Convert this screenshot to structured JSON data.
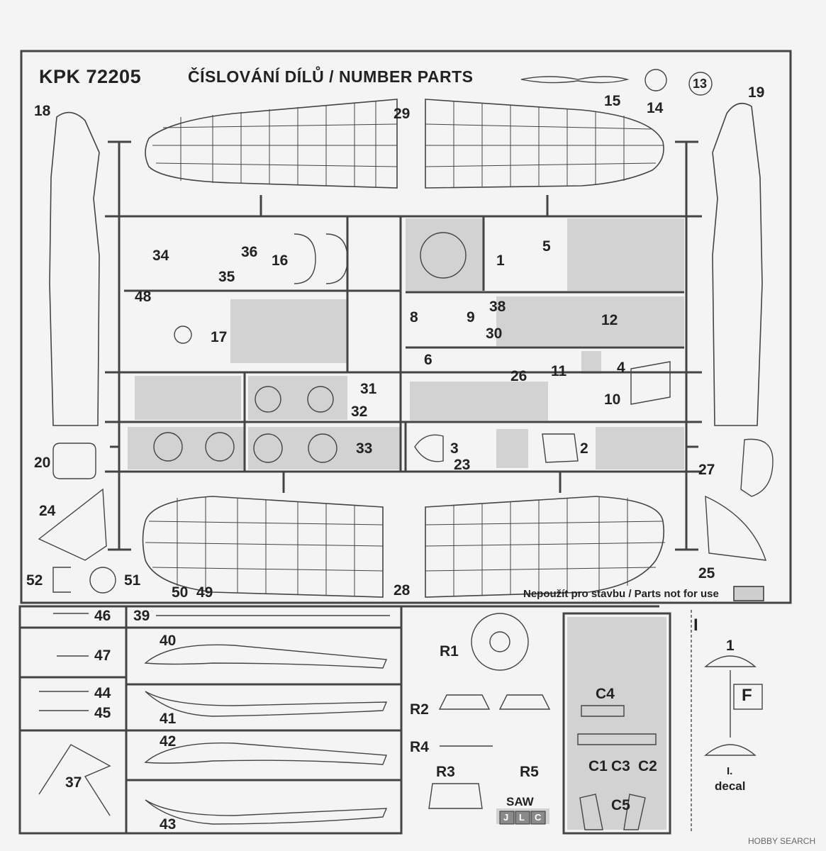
{
  "header": {
    "kit_code": "KPK 72205",
    "title": "ČÍSLOVÁNÍ DÍLŮ / NUMBER PARTS"
  },
  "legend": {
    "not_for_use": "Nepoužít pro stavbu / Parts not for use",
    "swatch_color": "#cfcfcf"
  },
  "colors": {
    "background": "#f4f4f4",
    "line": "#333333",
    "shaded_panel": "#d2d2d2"
  },
  "sprue_a": {
    "labels": [
      "1",
      "2",
      "3",
      "4",
      "5",
      "6",
      "8",
      "9",
      "10",
      "11",
      "12",
      "13",
      "14",
      "15",
      "16",
      "17",
      "18",
      "19",
      "20",
      "23",
      "24",
      "25",
      "26",
      "27",
      "28",
      "29",
      "30",
      "31",
      "32",
      "33",
      "34",
      "35",
      "36",
      "38",
      "48",
      "49",
      "50",
      "51",
      "52"
    ]
  },
  "sprue_b": {
    "labels": [
      "37",
      "39",
      "40",
      "41",
      "42",
      "43",
      "44",
      "45",
      "46",
      "47"
    ]
  },
  "resin": {
    "labels": [
      "R1",
      "R2",
      "R3",
      "R4",
      "R5"
    ],
    "saw_label": "SAW",
    "saw_boxes": [
      "J",
      "L",
      "C"
    ]
  },
  "clear_parts": {
    "labels": [
      "C1",
      "C2",
      "C3",
      "C4",
      "C5"
    ]
  },
  "decal_panel": {
    "roman": "I",
    "part": "1",
    "letter": "F",
    "caption_line1": "I.",
    "caption_line2": "decal"
  },
  "watermark": "HOBBY SEARCH"
}
